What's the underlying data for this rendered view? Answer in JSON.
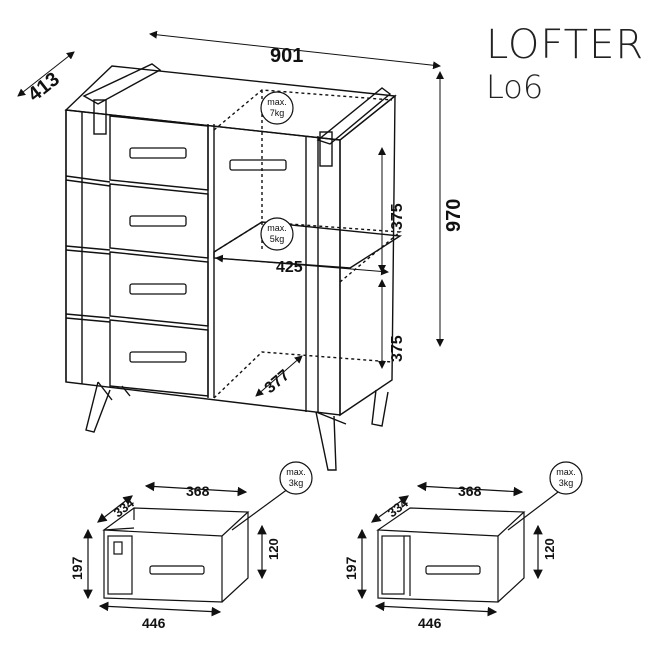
{
  "product": {
    "name": "LOFTER",
    "model": "Lo6"
  },
  "main_dims": {
    "width": "901",
    "depth": "413",
    "height": "970",
    "shelf_height_upper": "375",
    "shelf_height_lower": "375",
    "inner_width": "425",
    "inner_depth": "377"
  },
  "loads": {
    "top": {
      "line1": "max.",
      "line2": "7kg"
    },
    "shelf": {
      "line1": "max.",
      "line2": "5kg"
    },
    "drawer_left": {
      "line1": "max.",
      "line2": "3kg"
    },
    "drawer_right": {
      "line1": "max.",
      "line2": "3kg"
    }
  },
  "drawer_left": {
    "inner_width": "368",
    "inner_depth": "334",
    "front_height": "197",
    "inner_height": "120",
    "front_width": "446"
  },
  "drawer_right": {
    "inner_width": "368",
    "inner_depth": "334",
    "front_height": "197",
    "inner_height": "120",
    "front_width": "446"
  }
}
